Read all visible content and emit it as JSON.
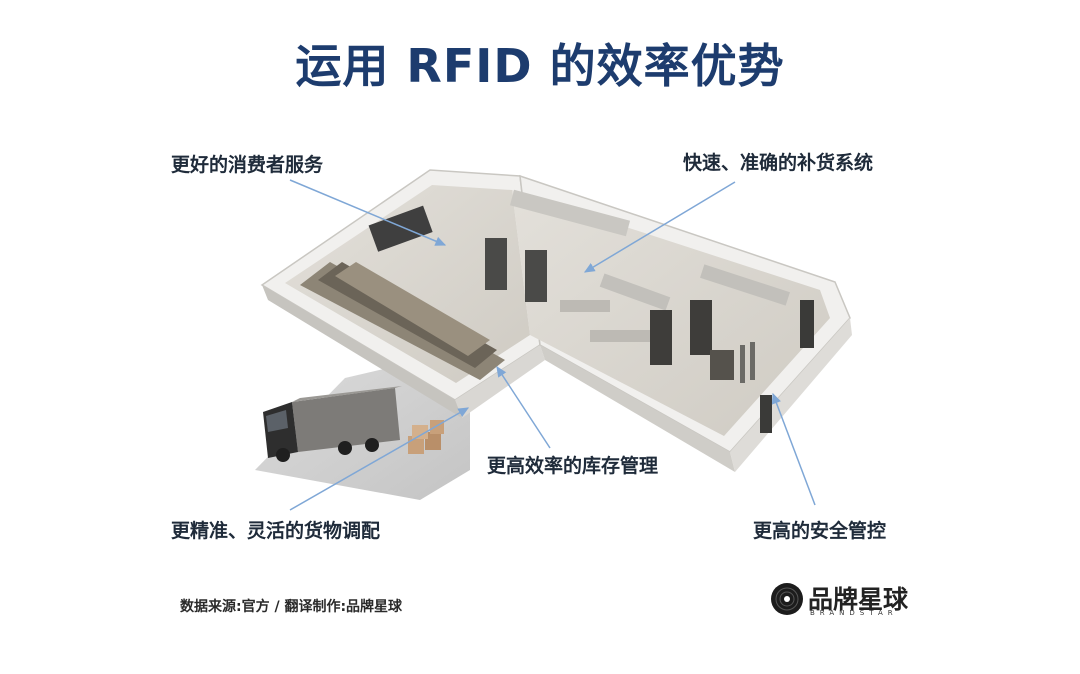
{
  "title": "运用 RFID 的效率优势",
  "callouts": {
    "consumer_service": "更好的消费者服务",
    "replenishment": "快速、准确的补货系统",
    "inventory": "更高效率的库存管理",
    "allocation": "更精准、灵活的货物调配",
    "security": "更高的安全管控"
  },
  "footer": {
    "source": "数据来源:官方 /  翻译制作:品牌星球",
    "brand_cn": "品牌星球",
    "brand_en": "BRANDSTAR"
  },
  "colors": {
    "title": "#1d3c6e",
    "arrow": "#7fa7d6",
    "floor": "#d9d6cf",
    "wall": "#ecebe8"
  }
}
